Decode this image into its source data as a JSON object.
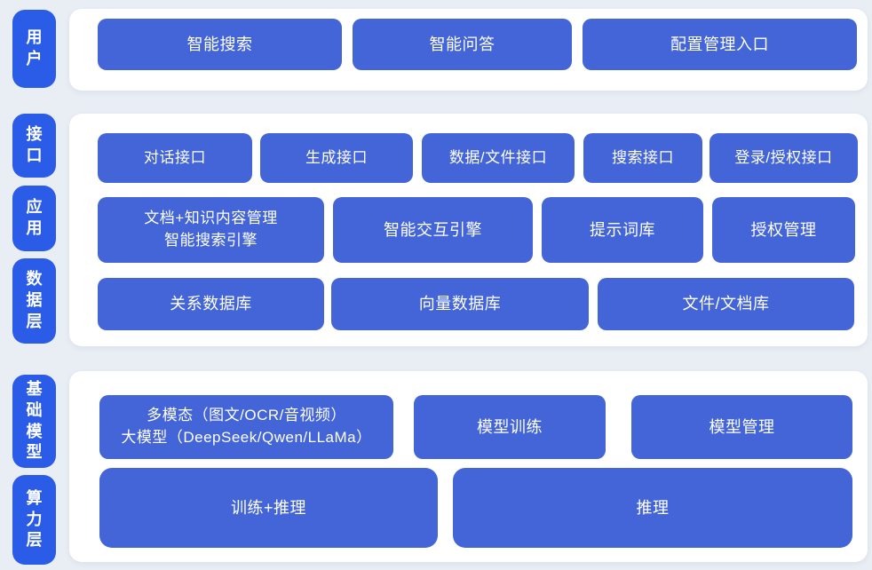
{
  "colors": {
    "page_bg": "#e9edf4",
    "panel_bg": "#ffffff",
    "pill_bg": "#2b5ce8",
    "box_bg": "#4365d8",
    "text": "#ffffff"
  },
  "layers": {
    "user": {
      "pill": {
        "label": "用户"
      },
      "boxes": [
        {
          "label": "智能搜索"
        },
        {
          "label": "智能问答"
        },
        {
          "label": "配置管理入口"
        }
      ]
    },
    "middle": {
      "pills": [
        {
          "label": "接口"
        },
        {
          "label": "应用"
        },
        {
          "label": "数据层"
        }
      ],
      "interface_row": [
        {
          "label": "对话接口"
        },
        {
          "label": "生成接口"
        },
        {
          "label": "数据/文件接口"
        },
        {
          "label": "搜索接口"
        },
        {
          "label": "登录/授权接口"
        }
      ],
      "app_row": [
        {
          "label": "文档+知识内容管理",
          "label2": "智能搜索引擎"
        },
        {
          "label": "智能交互引擎"
        },
        {
          "label": "提示词库"
        },
        {
          "label": "授权管理"
        }
      ],
      "data_row": [
        {
          "label": "关系数据库"
        },
        {
          "label": "向量数据库"
        },
        {
          "label": "文件/文档库"
        }
      ]
    },
    "foundation": {
      "pills": [
        {
          "label": "基础模型"
        },
        {
          "label": "算力层"
        }
      ],
      "model_row": [
        {
          "label": "多模态（图文/OCR/音视频）",
          "label2": "大模型（DeepSeek/Qwen/LLaMa）"
        },
        {
          "label": "模型训练"
        },
        {
          "label": "模型管理"
        }
      ],
      "compute_row": [
        {
          "label": "训练+推理"
        },
        {
          "label": "推理"
        }
      ]
    }
  }
}
